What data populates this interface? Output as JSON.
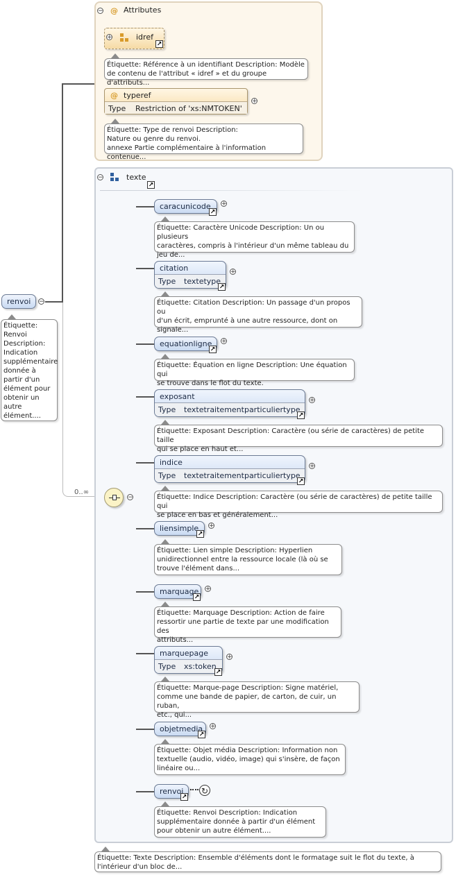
{
  "attributes": {
    "title": "Attributes",
    "idref": {
      "name": "idref",
      "note": "Étiquette: Référence à un identifiant Description: Modèle\nde contenu de l'attribut « idref » et du groupe d'attributs..."
    },
    "typeref": {
      "name": "typeref",
      "type_label": "Type",
      "type_value": "Restriction of 'xs:NMTOKEN'",
      "note": "Étiquette: Type de renvoi Description:\nNature ou genre du renvoi.\nannexe Partie complémentaire à l'information contenue..."
    }
  },
  "root": {
    "name": "renvoi",
    "note": "Étiquette:\nRenvoi\nDescription:\nIndication\nsupplémentaire\n donnée à\npartir d'un\nélément pour\nobtenir un\nautre\nélément...."
  },
  "texte": {
    "name": "texte",
    "note": "Étiquette: Texte Description: Ensemble d'éléments dont le formatage suit le flot du texte, à\nl'intérieur d'un bloc de..."
  },
  "sequence": {
    "cardinality": "0..∞"
  },
  "children": [
    {
      "name": "caracunicode",
      "note": "Étiquette: Caractère Unicode Description: Un ou plusieurs\ncaractères, compris à l'intérieur d'un même tableau du\njeu de..."
    },
    {
      "name": "citation",
      "type_label": "Type",
      "type_value": "textetype",
      "note": "Étiquette: Citation Description: Un passage d'un propos ou\nd'un écrit, emprunté à une autre ressource, dont on\nsignale..."
    },
    {
      "name": "equationligne",
      "note": "Étiquette: Équation en ligne Description: Une équation qui\nse trouve dans le flot du texte."
    },
    {
      "name": "exposant",
      "type_label": "Type",
      "type_value": "textetraitementparticuliertype",
      "note": "Étiquette: Exposant Description: Caractère (ou série de caractères) de petite taille\nqui se place en haut et..."
    },
    {
      "name": "indice",
      "type_label": "Type",
      "type_value": "textetraitementparticuliertype",
      "note": "Étiquette: Indice Description: Caractère (ou série de caractères) de petite taille qui\nse place en bas et généralement..."
    },
    {
      "name": "liensimple",
      "note": "Étiquette: Lien simple Description: Hyperlien\nunidirectionnel entre la ressource locale (là où se\ntrouve l'élément dans..."
    },
    {
      "name": "marquage",
      "note": "Étiquette: Marquage Description: Action de faire\nressortir une partie de texte par une modification des\nattributs..."
    },
    {
      "name": "marquepage",
      "type_label": "Type",
      "type_value": "xs:token",
      "note": "Étiquette: Marque-page Description: Signe matériel,\ncomme une bande de papier, de carton, de cuir, un ruban,\netc., qui..."
    },
    {
      "name": "objetmedia",
      "note": "Étiquette: Objet média Description: Information non\ntextuelle (audio, vidéo, image) qui s'insère, de façon\nlinéaire ou..."
    },
    {
      "name": "renvoi",
      "note": "Étiquette: Renvoi Description: Indication\nsupplémentaire donnée à partir d'un élément\npour obtenir un autre élément...."
    }
  ]
}
